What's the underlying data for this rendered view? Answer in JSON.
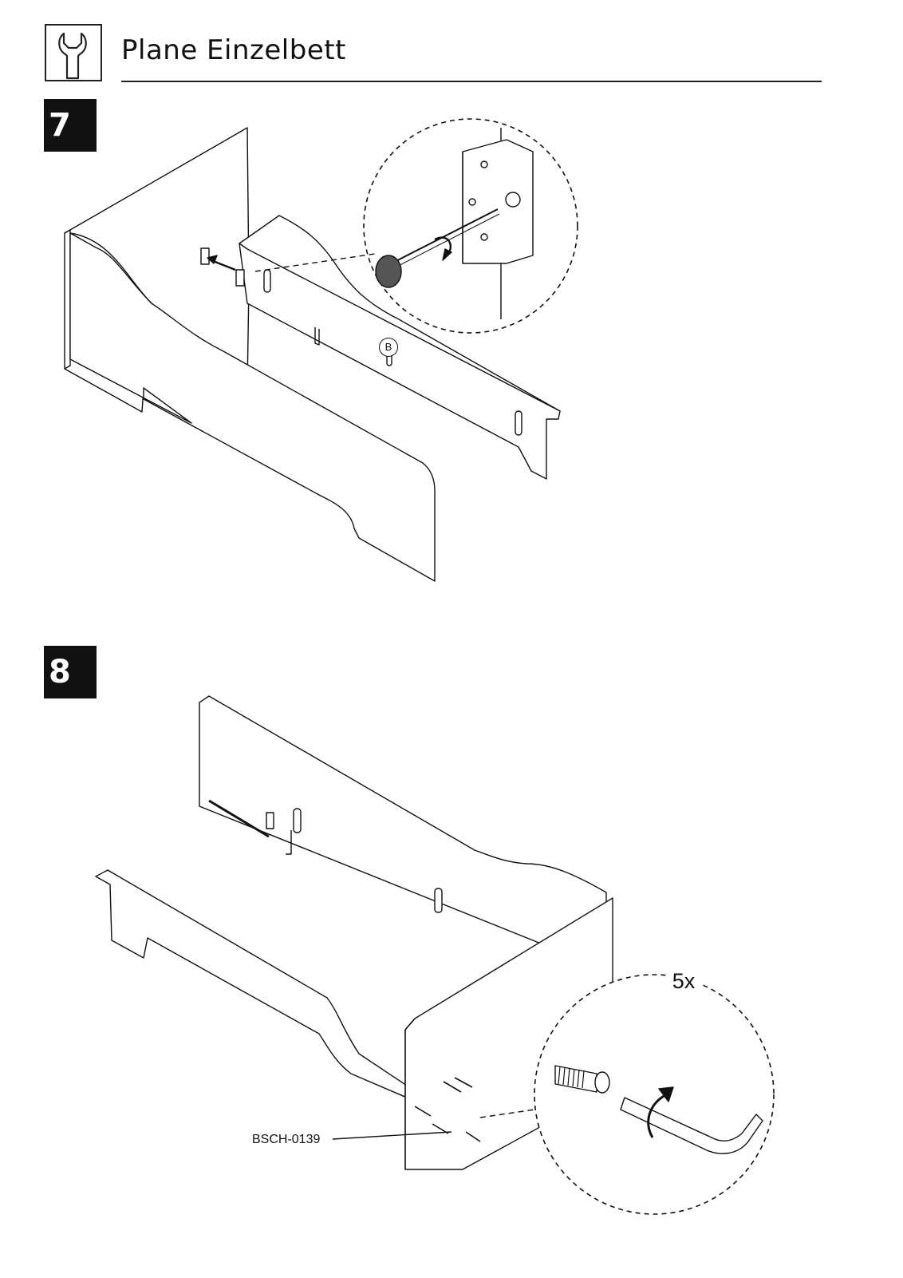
{
  "header": {
    "title": "Plane Einzelbett",
    "icon": "wrench-icon"
  },
  "steps": [
    {
      "number": "7",
      "part_label": "B"
    },
    {
      "number": "8",
      "quantity_label": "5x",
      "part_code": "BSCH-0139"
    }
  ],
  "colors": {
    "badge_background": "#111111",
    "badge_text": "#ffffff",
    "line": "#222222"
  }
}
